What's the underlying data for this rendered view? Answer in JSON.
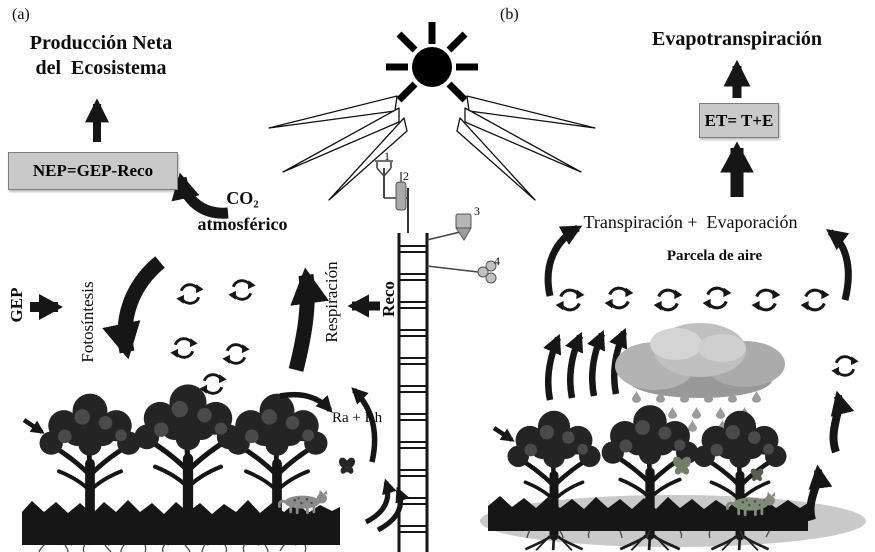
{
  "panel_a": {
    "label": "(a)",
    "title_line1": "Producción Neta",
    "title_line2": "del  Ecosistema",
    "nep_formula": "NEP=GEP-Reco",
    "co2_line1": "CO₂",
    "co2_line2": "atmosférico",
    "gep_label": "GEP",
    "photosynthesis_label": "Fotosíntesis",
    "respiration_label": "Respiración",
    "reco_label": "Reco",
    "ra_rh_label": "Ra + Rh"
  },
  "panel_b": {
    "label": "(b)",
    "title": "Evapotranspiración",
    "et_formula": "ET= T+E",
    "flux_label": "Transpiración +  Evaporación",
    "air_parcel_label": "Parcela de aire"
  },
  "tower": {
    "instruments": [
      "1",
      "2",
      "3",
      "4"
    ]
  },
  "colors": {
    "ink": "#161616",
    "box_bg": "#c9c9c9",
    "cloud": "#b3b3b3",
    "ground_ellipse": "#c6c6c6"
  }
}
